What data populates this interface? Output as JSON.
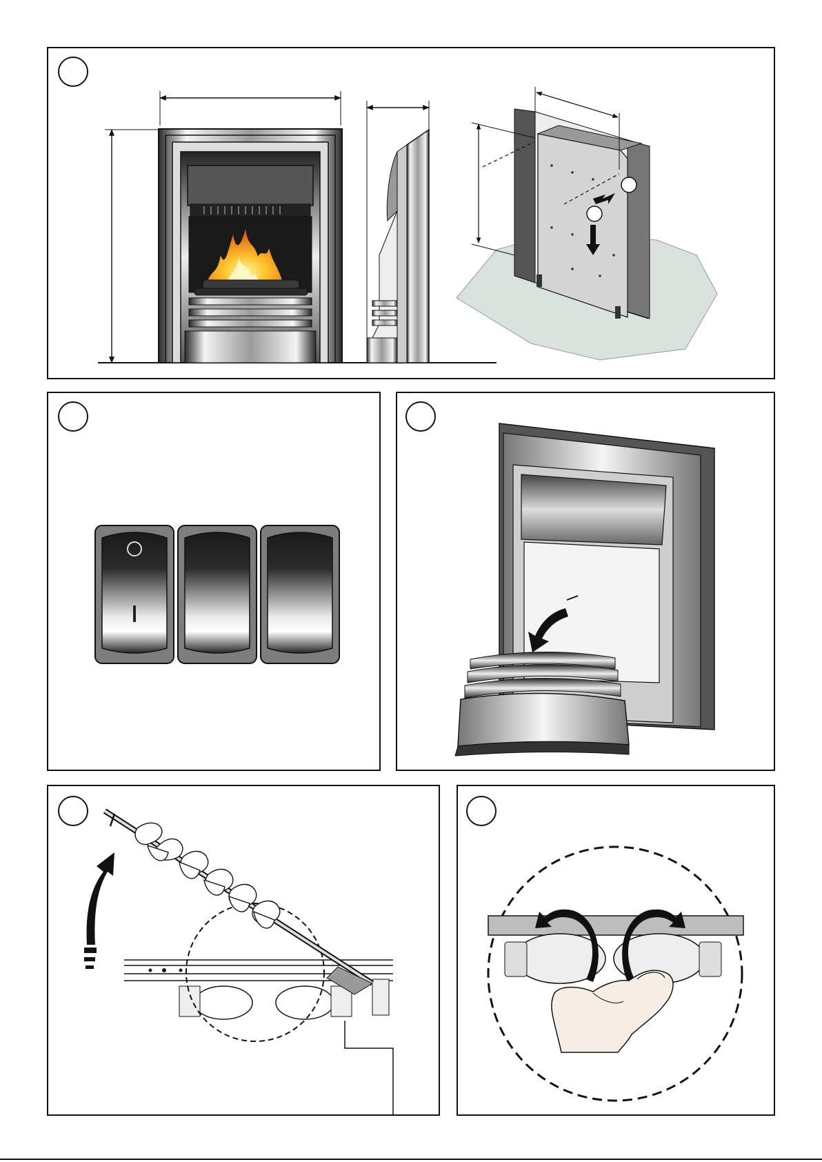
{
  "figures": [
    {
      "id": "fig1",
      "subject": "fireplace-dimensions-and-wall-mounting"
    },
    {
      "id": "fig2",
      "subject": "control-rocker-switches",
      "switch_symbols": [
        "O",
        "I"
      ]
    },
    {
      "id": "fig3",
      "subject": "front-fret-removal"
    },
    {
      "id": "fig4",
      "subject": "fuel-bed-log-removal"
    },
    {
      "id": "fig5",
      "subject": "lamp-replacement"
    }
  ],
  "colors": {
    "line": "#111111",
    "floor": "#d9e2dc",
    "chrome_dark": "#1a1a1a",
    "chrome_light": "#f2f2f2",
    "flame_orange": "#f08a1c",
    "flame_yellow": "#ffd23a"
  }
}
